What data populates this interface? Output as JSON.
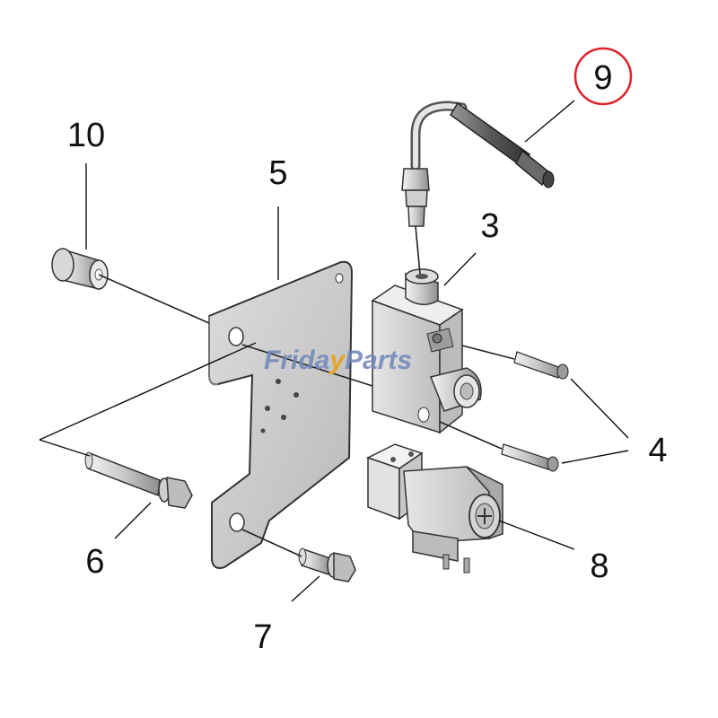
{
  "diagram": {
    "callouts": {
      "c3": "3",
      "c4": "4",
      "c5": "5",
      "c6": "6",
      "c7": "7",
      "c8": "8",
      "c9": "9",
      "c10": "10"
    },
    "highlight_color": "#e0202a",
    "watermark": {
      "part1": "Frida",
      "part2": "y",
      "part3": "Parts"
    }
  }
}
